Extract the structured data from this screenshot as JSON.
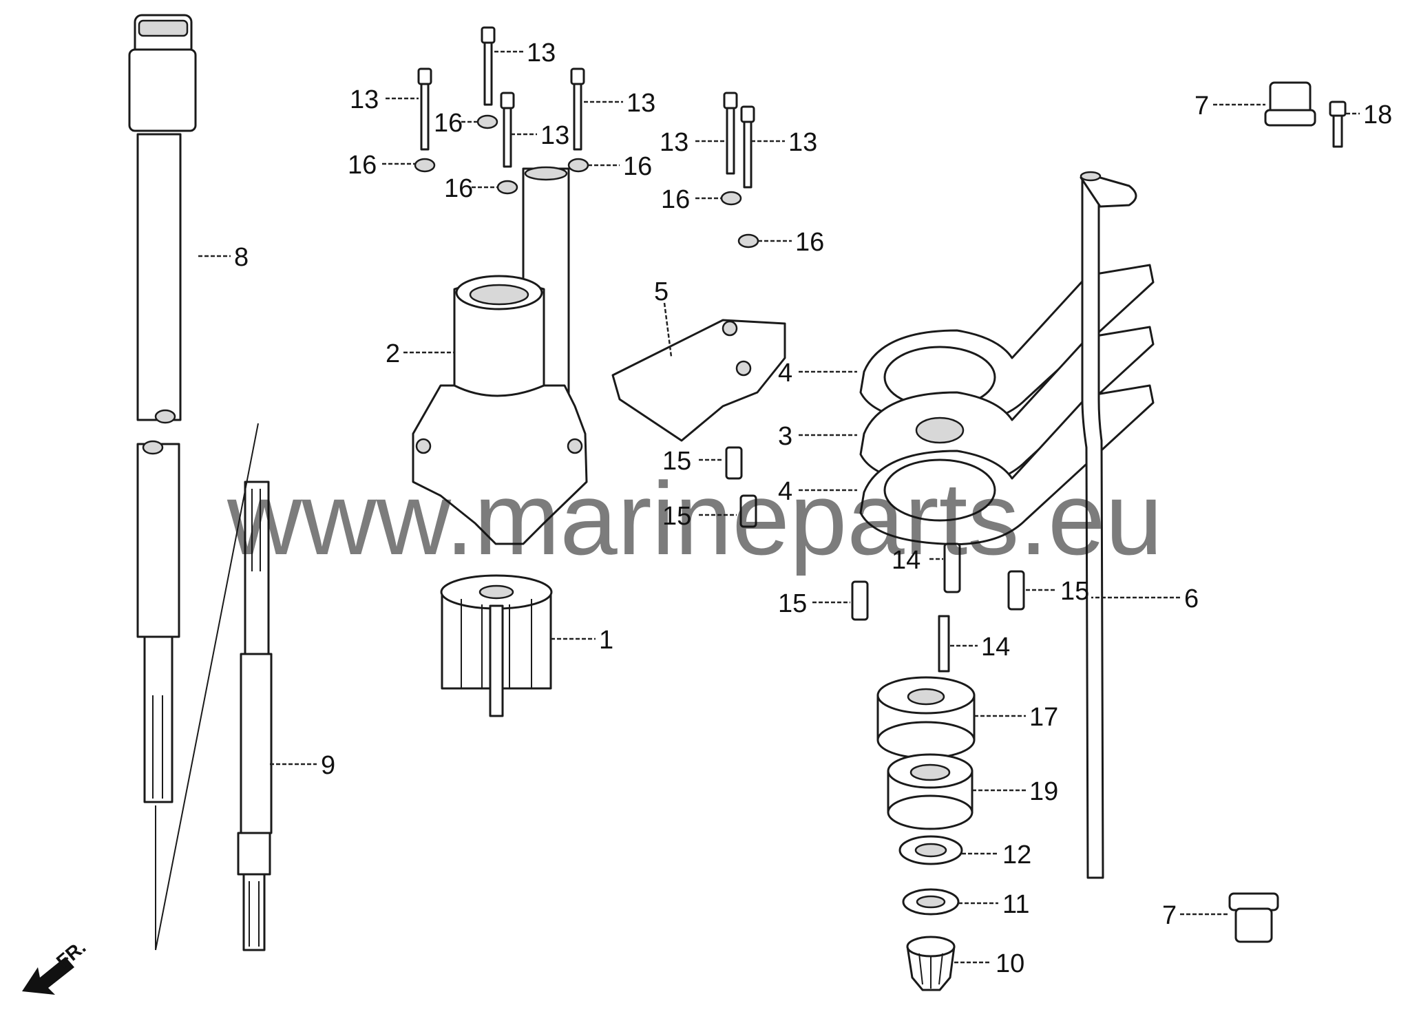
{
  "watermark": "www.marineparts.eu",
  "front_marker": "FR.",
  "callouts": {
    "c1": "1",
    "c2": "2",
    "c3": "3",
    "c4a": "4",
    "c4b": "4",
    "c5": "5",
    "c6": "6",
    "c7a": "7",
    "c7b": "7",
    "c8": "8",
    "c9": "9",
    "c10": "10",
    "c11": "11",
    "c12": "12",
    "c13a": "13",
    "c13b": "13",
    "c13c": "13",
    "c13d": "13",
    "c13e": "13",
    "c13f": "13",
    "c14a": "14",
    "c14b": "14",
    "c15a": "15",
    "c15b": "15",
    "c15c": "15",
    "c15d": "15",
    "c16a": "16",
    "c16b": "16",
    "c16c": "16",
    "c16d": "16",
    "c16e": "16",
    "c16f": "16",
    "c17": "17",
    "c18": "18",
    "c19": "19"
  }
}
